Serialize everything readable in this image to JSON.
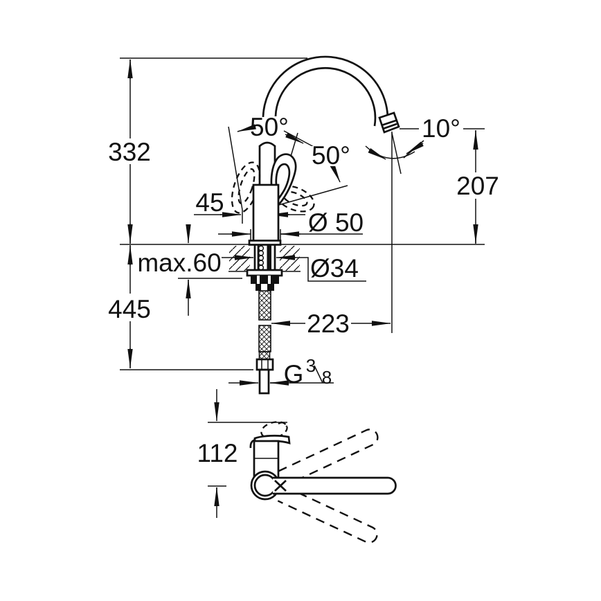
{
  "drawing": {
    "kind": "faucet-installation-dimension-drawing",
    "views": [
      "side-elevation",
      "top-view"
    ],
    "colors": {
      "background": "#ffffff",
      "ink": "#111111"
    }
  },
  "dims": {
    "height_above_counter": "332",
    "depth_below_counter": "445",
    "handle_offset": "45",
    "max_counter_thickness": "max.60",
    "base_diameter": "Ø 50",
    "shank_diameter": "Ø34",
    "spout_reach": "223",
    "spout_outlet_height": "207",
    "outlet_angle": "10°",
    "lever_swing_front": "50°",
    "lever_swing_side": "50°",
    "top_view_depth": "112",
    "thread_letter": "G",
    "thread_numerator": "3",
    "thread_denominator": "8"
  }
}
